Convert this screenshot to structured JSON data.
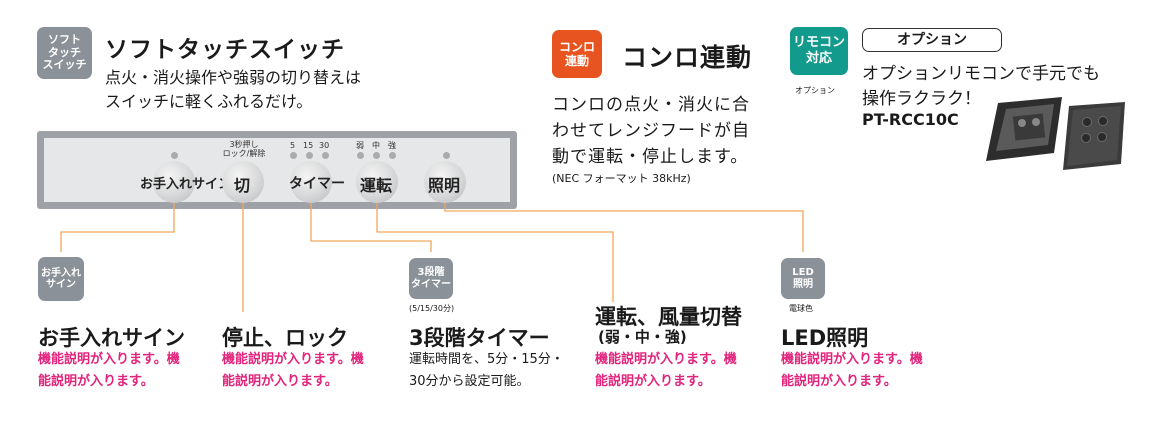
{
  "soft_touch": {
    "badge": "ソフト\nタッチ\nスイッチ",
    "title": "ソフトタッチスイッチ",
    "description": "点火・消火操作や強弱の切り替えは\nスイッチに軽くふれるだけ。"
  },
  "konro": {
    "badge": "コンロ\n連動",
    "title": "コンロ連動",
    "description": "コンロの点火・消火に合\nわせてレンジフードが自\n動で運転・停止します。",
    "note": "(NEC フォーマット 38kHz)"
  },
  "remote": {
    "badge": "リモコン\n対応",
    "badge_sub": "オプション",
    "option_label": "オプション",
    "description": "オプションリモコンで手元でも\n操作ラクラク！",
    "model": "PT-RCC10C"
  },
  "panel": {
    "buttons": [
      {
        "label": "お手入れサイン"
      },
      {
        "label": "切"
      },
      {
        "label": "タイマー"
      },
      {
        "label": "運転"
      },
      {
        "label": "照明"
      }
    ],
    "lock_note": "3秒押し\nロック/解除",
    "timer_marks": [
      "5",
      "15",
      "30"
    ],
    "strength_marks": [
      "弱",
      "中",
      "強"
    ]
  },
  "features": {
    "maintenance": {
      "icon": "お手入れ\nサイン",
      "title": "お手入れサイン",
      "description": "機能説明が入ります。機\n能説明が入ります。"
    },
    "stop_lock": {
      "title": "停止、ロック",
      "description": "機能説明が入ります。機\n能説明が入ります。"
    },
    "timer": {
      "icon": "3段階\nタイマー",
      "icon_sub": "(5/15/30分)",
      "title": "3段階タイマー",
      "description": "運転時間を、5分・15分・\n30分から設定可能。"
    },
    "run": {
      "title": "運転、風量切替",
      "subtitle": "(弱・中・強)",
      "description": "機能説明が入ります。機\n能説明が入ります。"
    },
    "led": {
      "icon": "LED\n照明",
      "icon_sub": "電球色",
      "title": "LED照明",
      "description": "機能説明が入ります。機\n能説明が入ります。"
    }
  },
  "colors": {
    "accent_pink": "#e2237b",
    "connector_orange": "#f2a65a",
    "badge_gray": "#8a9198",
    "badge_orange": "#e8541f",
    "badge_teal": "#129a8c"
  }
}
